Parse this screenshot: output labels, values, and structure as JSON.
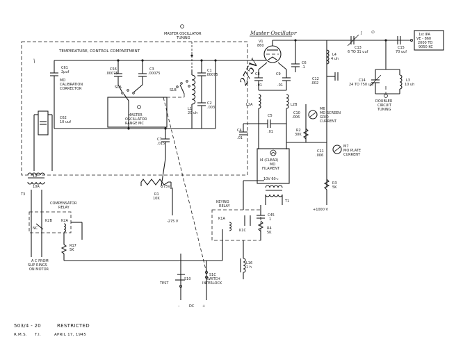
{
  "title_block": {
    "drawing_no": "503/4 - 20",
    "classification": "RESTRICTED",
    "author": "R.M.S.",
    "initials": "T.I.",
    "date": "APRIL 17, 1945"
  },
  "handwritten": {
    "master_oscillator": "Master Oscillator",
    "voltage": "275V",
    "compartment_note": "\\"
  },
  "compartment": {
    "label": "TEMPERATURE,  CONTROL  COMPARTMENT"
  },
  "tuning_label": [
    "MASTER OSCILLATOR",
    "TUNING"
  ],
  "components": {
    "v1": [
      "V1",
      "860"
    ],
    "c61": [
      "C61",
      "2μuf"
    ],
    "mo_cal": [
      "MO",
      "CALIBRATION",
      "CORRECTOR"
    ],
    "c56": [
      "C56",
      ".00075"
    ],
    "c3": [
      "C3",
      ".00075"
    ],
    "s1a": "S1A",
    "s1b": "S1B",
    "c1": [
      "C1",
      ".00075"
    ],
    "l1": [
      "L1",
      "20 uh"
    ],
    "c2": [
      "C2",
      ".003"
    ],
    "c62": [
      "C62",
      "10 uuf"
    ],
    "range_sw": [
      "MASTER",
      "OSCILLATOR",
      "RANGE  MC"
    ],
    "c7": [
      "C7",
      ".015"
    ],
    "volt275_top": "-275V",
    "r1": [
      "R1",
      "10K"
    ],
    "volt275_bot": "-275 V",
    "c8": [
      "C8",
      ".01"
    ],
    "c9": [
      "C9",
      ".01"
    ],
    "c6": [
      "C6",
      ".1"
    ],
    "l2a": "L2A",
    "l2b": "L2B",
    "c5": [
      "C5",
      ".01"
    ],
    "c4": [
      "C4",
      ".01"
    ],
    "c10": [
      "C10",
      ".006"
    ],
    "m6": [
      "M6",
      "MO SCREEN",
      "GRID",
      "CURRENT"
    ],
    "r2": [
      "R2",
      "30K"
    ],
    "c11": [
      "C11",
      ".006"
    ],
    "m7": [
      "M7",
      "MO PLATE",
      "CURRENT"
    ],
    "r3": [
      "R3",
      "5K"
    ],
    "supply_1000": "+1000 V",
    "lamp": [
      "I4  (CLEAR)",
      "MO",
      "FILAMENT"
    ],
    "fil_volt": "10V  60∿",
    "t1": "T1",
    "l4": [
      "L4",
      "4 uh"
    ],
    "c12": [
      "C12",
      ".002"
    ],
    "c13": [
      "C13",
      "6  TO  31 uuf"
    ],
    "c15": [
      "C15",
      "70 uuf"
    ],
    "ipa_box": [
      "1st  IPA",
      "VE - 860",
      "2000   TO",
      "9050  KC"
    ],
    "c14": [
      "C14",
      "24  TO  750 uuf"
    ],
    "l3": [
      "L3",
      "10 uh"
    ],
    "doubler": [
      "DOUBLER",
      "CIRCUIT",
      "TUNING"
    ],
    "t3": "T3",
    "fuse": [
      "1V",
      "10A"
    ],
    "comp_relay": [
      "COMPENSATOR",
      "RELAY"
    ],
    "k2b": "K2B",
    "k2a": "K2A",
    "nc": "NC",
    "r17": [
      "R17",
      "5K"
    ],
    "ac_from": [
      "A C  FROM",
      "SLIP RINGS",
      "ON MOTOR"
    ],
    "keying_relay": [
      "KEYING",
      "RELAY"
    ],
    "k1a": "K1A",
    "k1c": "K1C",
    "c45": [
      "C45",
      "1"
    ],
    "r4": [
      "R4",
      "5K"
    ],
    "l16": [
      "L16",
      "1 h"
    ],
    "test": "TEST",
    "s10": "S10",
    "s1c": [
      "S1C",
      "SWITCH",
      "INTERLOCK"
    ],
    "dc": "DC",
    "dc_minus": "–",
    "dc_plus": "+",
    "x_mark": "∅",
    "hook_mark": "ʃ"
  }
}
